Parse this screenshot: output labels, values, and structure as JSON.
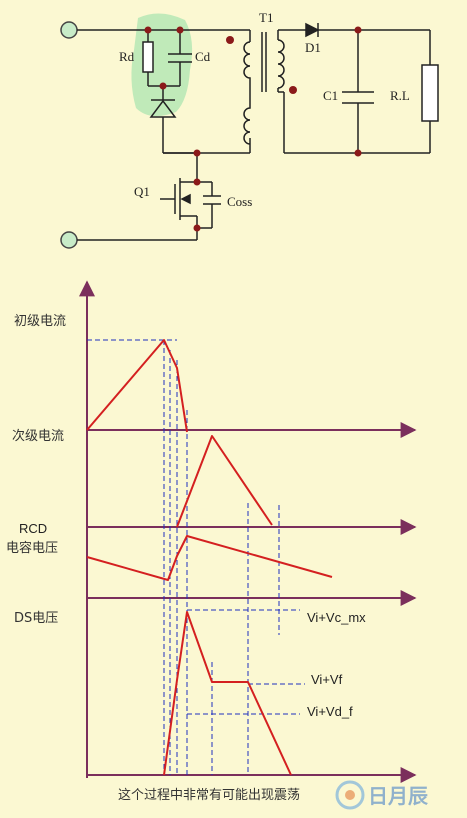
{
  "circuit": {
    "labels": {
      "t1": "T1",
      "rd": "Rd",
      "cd": "Cd",
      "d1": "D1",
      "c1": "C1",
      "rl": "R.L",
      "q1": "Q1",
      "coss": "Coss"
    },
    "colors": {
      "wire": "#222222",
      "node": "#8b1a1a",
      "terminal_fill": "#c8ecc8",
      "highlight": "#b5e8b5"
    }
  },
  "waveforms": {
    "axis_labels": {
      "primary": "初级电流",
      "secondary": "次级电流",
      "rcd_line1": "RCD",
      "rcd_line2": "电容电压",
      "ds": "DS电压"
    },
    "annotations": {
      "vi_vc_mx": "Vi+Vc_mx",
      "vi_vf": "Vi+Vf",
      "vi_vd_f": "Vi+Vd_f"
    },
    "caption": "这个过程中非常有可能出现震荡",
    "colors": {
      "axis": "#7b2f5c",
      "wave": "#d42020",
      "guide": "#1f2fbf"
    }
  },
  "watermark": {
    "text": "日月辰"
  }
}
